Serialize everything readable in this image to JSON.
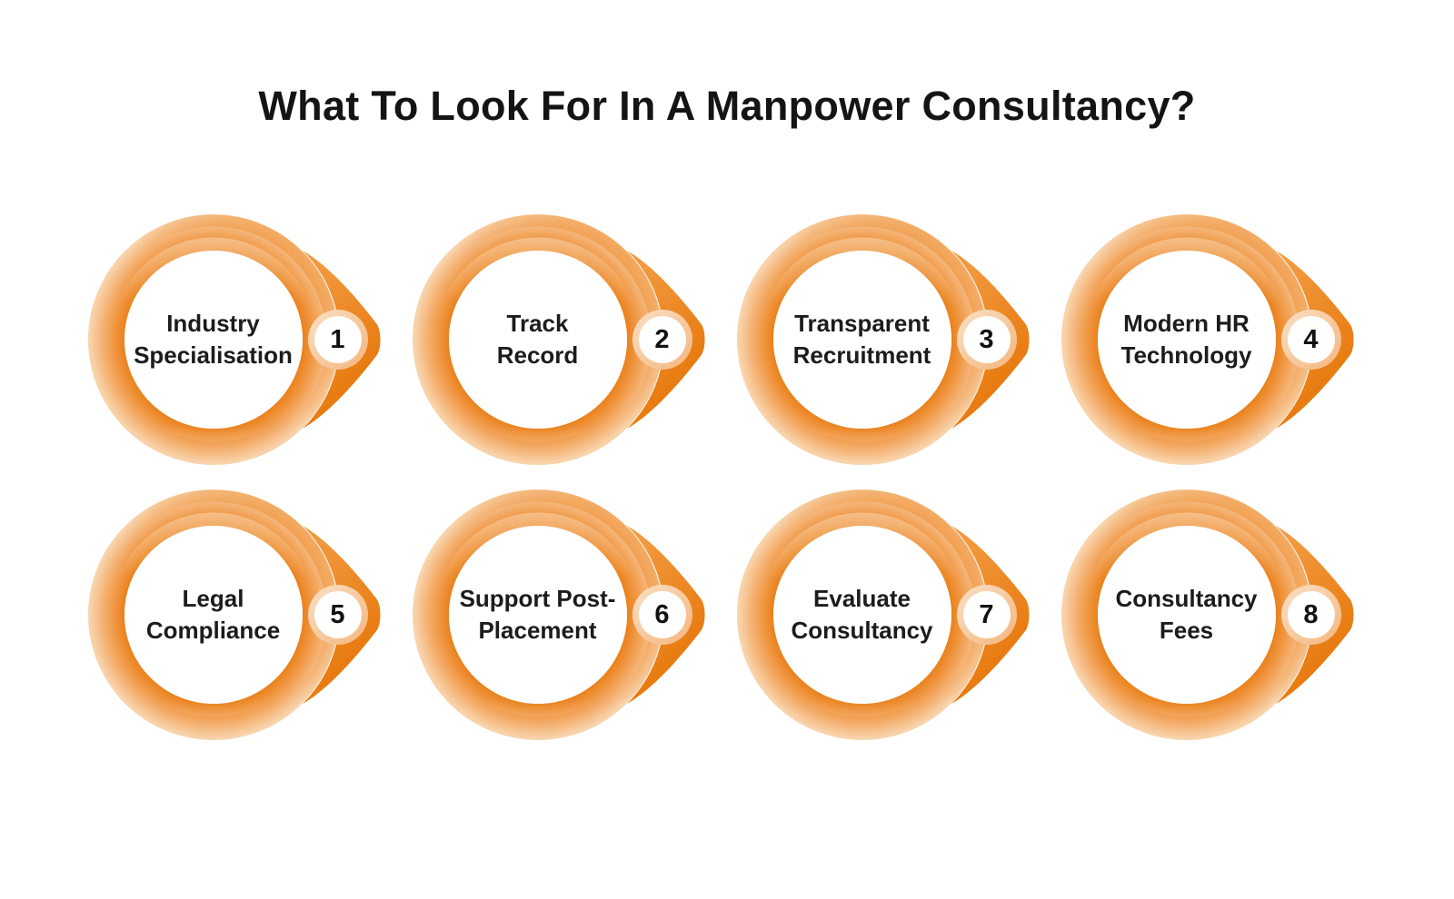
{
  "title": "What To Look For In A Manpower Consultancy?",
  "items": [
    {
      "number": "1",
      "lines": [
        "Industry",
        "Specialisation"
      ]
    },
    {
      "number": "2",
      "lines": [
        "Track",
        "Record"
      ]
    },
    {
      "number": "3",
      "lines": [
        "Transparent",
        "Recruitment"
      ]
    },
    {
      "number": "4",
      "lines": [
        "Modern HR",
        "Technology"
      ]
    },
    {
      "number": "5",
      "lines": [
        "Legal",
        "Compliance"
      ]
    },
    {
      "number": "6",
      "lines": [
        "Support Post-",
        "Placement"
      ]
    },
    {
      "number": "7",
      "lines": [
        "Evaluate",
        "Consultancy"
      ]
    },
    {
      "number": "8",
      "lines": [
        "Consultancy",
        "Fees"
      ]
    }
  ],
  "colors": {
    "ring_dark": "#E87C13",
    "ring_mid": "#EF933B",
    "ring_light": "#F8D3AB",
    "drop_start": "#F2993F",
    "drop_end": "#E87C12",
    "rim_light": "#F9DCBE",
    "text": "#1C1C1C",
    "title_text": "#141414",
    "background": "#FFFFFF"
  }
}
